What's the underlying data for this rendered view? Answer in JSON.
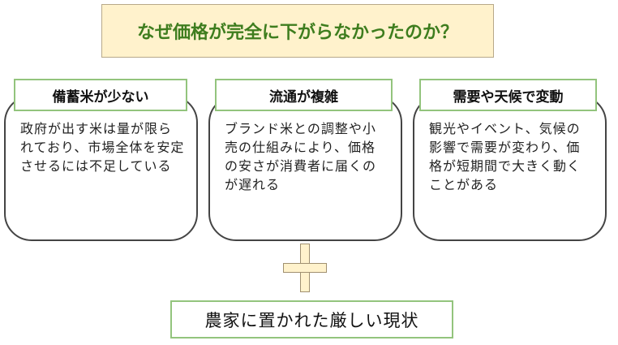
{
  "title": "なぜ価格が完全に下がらなかったのか？",
  "cards": [
    {
      "heading": "備蓄米が少ない",
      "body": "政府が出す米は量が限られており、市場全体を安定させるには不足している"
    },
    {
      "heading": "流通が複雑",
      "body": "ブランド米との調整や小売の仕組みにより、価格の安さが消費者に届くのが遅れる"
    },
    {
      "heading": "需要や天候で変動",
      "body": "観光やイベント、気候の影響で需要が変わり、価格が短期間で大きく動くことがある"
    }
  ],
  "conclusion": "農家に置かれた厳しい現状",
  "colors": {
    "title_fill": "#fff2cc",
    "title_text": "#3e7d1e",
    "accent_border": "#93c47d"
  }
}
